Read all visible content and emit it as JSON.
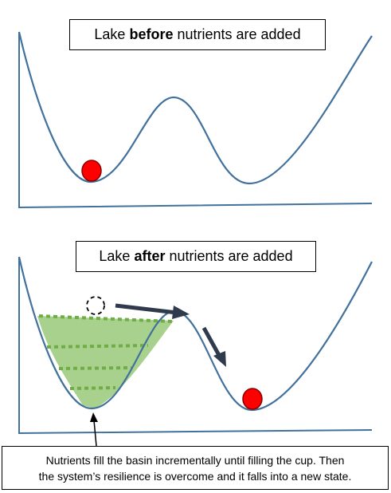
{
  "top_panel": {
    "title_prefix": "Lake ",
    "title_bold": "before",
    "title_suffix": " nutrients are added"
  },
  "bottom_panel": {
    "title_prefix": "Lake ",
    "title_bold": "after",
    "title_suffix": " nutrients are added"
  },
  "caption": {
    "line1": "Nutrients fill the basin incrementally until filling the cup. Then",
    "line2": "the system’s resilience is overcome and it falls into a new state."
  },
  "colors": {
    "curve": "#41719c",
    "axis": "#41719c",
    "ball_fill": "#ff0000",
    "ball_stroke": "#8b0000",
    "fill_area": "#a9d18e",
    "dotted_lines": "#70ad47",
    "arrow": "#2f3b4c"
  }
}
